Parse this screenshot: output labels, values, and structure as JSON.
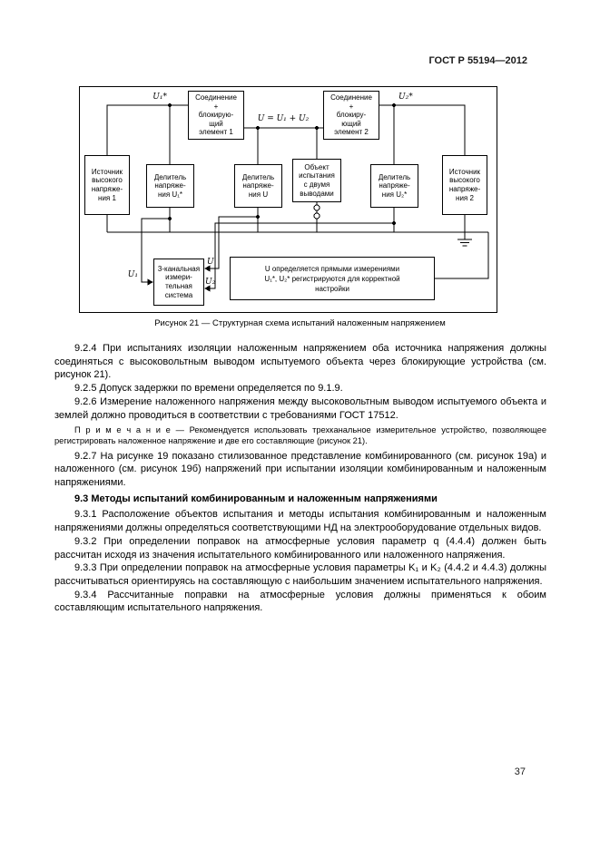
{
  "header": {
    "doc_code": "ГОСТ Р 55194—2012"
  },
  "figure": {
    "caption": "Рисунок 21 — Структурная схема испытаний наложенным напряжением",
    "boxes": {
      "connection_block_1": "Соединение\n+\nблокирую-\nщий\nэлемент 1",
      "connection_block_2": "Соединение\n+\nблокиру-\nющий\nэлемент 2",
      "source_1": "Источник\nвысокого\nнапряже-\nния 1",
      "divider_u1": "Делитель\nнапряже-\nния U₁*",
      "divider_u": "Делитель\nнапряже-\nния U",
      "test_object": "Объект\nиспытания\nс двумя\nвыводами",
      "divider_u2": "Делитель\nнапряже-\nния U₂*",
      "source_2": "Источник\nвысокого\nнапряже-\nния 2",
      "measuring_system": "3-канальная\nизмери-\nтельная\nсистема",
      "note": "U определяется прямыми измерениями\nU₁*, U₂* регистрируются для корректной\nнастройки"
    },
    "labels": {
      "u1_star": "U₁*",
      "u2_star": "U₂*",
      "u_sum": "U = U₁ + U₂",
      "u1": "U₁",
      "u2": "U₂",
      "u": "U"
    }
  },
  "body": {
    "paragraphs": [
      {
        "style": "normal",
        "text": "9.2.4 При испытаниях изоляции наложенным напряжением оба источника напряжения должны соединяться с высоковольтным выводом испытуемого объекта через блокирующие устройства (см. рисунок 21)."
      },
      {
        "style": "normal",
        "text": "9.2.5 Допуск задержки по времени определяется по 9.1.9."
      },
      {
        "style": "normal",
        "text": "9.2.6 Измерение наложенного напряжения между высоковольтным выводом испытуемого объекта и землей должно проводиться в соответствии с требованиями ГОСТ 17512."
      },
      {
        "style": "small",
        "text": "П р и м е ч а н и е — Рекомендуется использовать трехканальное измерительное устройство, позволяющее регистрировать наложенное напряжение и две его составляющие (рисунок 21)."
      },
      {
        "style": "normal",
        "text": "9.2.7 На рисунке 19 показано стилизованное представление комбинированного (см. рисунок 19а) и наложенного (см. рисунок 19б) напряжений при испытании изоляции комбинированным и наложенным напряжениями."
      },
      {
        "style": "heading",
        "text": "9.3 Методы испытаний комбинированным и наложенным напряжениями"
      },
      {
        "style": "normal",
        "text": "9.3.1 Расположение объектов испытания и методы испытания комбинированным и наложенным напряжениями должны определяться соответствующими НД на электрооборудование отдельных видов."
      },
      {
        "style": "normal",
        "text": "9.3.2 При определении поправок на атмосферные условия параметр q (4.4.4) должен быть рассчитан исходя из значения испытательного комбинированного или наложенного напряжения."
      },
      {
        "style": "normal",
        "text": "9.3.3 При определении поправок на атмосферные условия параметры K₁ и K₂ (4.4.2 и 4.4.3) должны рассчитываться ориентируясь на составляющую с наибольшим значением испытательного напряжения."
      },
      {
        "style": "normal",
        "text": "9.3.4 Рассчитанные поправки на атмосферные условия должны применяться к обоим составляющим испытательного напряжения."
      }
    ]
  },
  "footer": {
    "page_number": "37"
  }
}
